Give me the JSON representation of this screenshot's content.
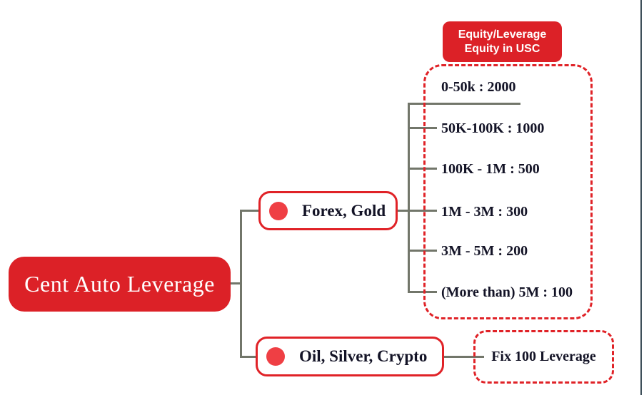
{
  "colors": {
    "node_red": "#dc2127",
    "border_red": "#e02227",
    "bullet_red": "#ef3f44",
    "connector_gray": "#72766a",
    "text_dark": "#131326",
    "window_edge": "#3e4f5a"
  },
  "root": {
    "label": "Cent Auto Leverage"
  },
  "branches": [
    {
      "label": "Forex, Gold"
    },
    {
      "label": "Oil, Silver, Crypto"
    }
  ],
  "equity_panel": {
    "header_line1": "Equity/Leverage",
    "header_line2": "Equity in USC",
    "tiers": [
      "0-50k : 2000",
      "50K-100K : 1000",
      "100K - 1M : 500",
      "1M - 3M : 300",
      "3M - 5M : 200",
      "(More than) 5M : 100"
    ]
  },
  "fix_leverage": {
    "label": "Fix 100 Leverage"
  }
}
